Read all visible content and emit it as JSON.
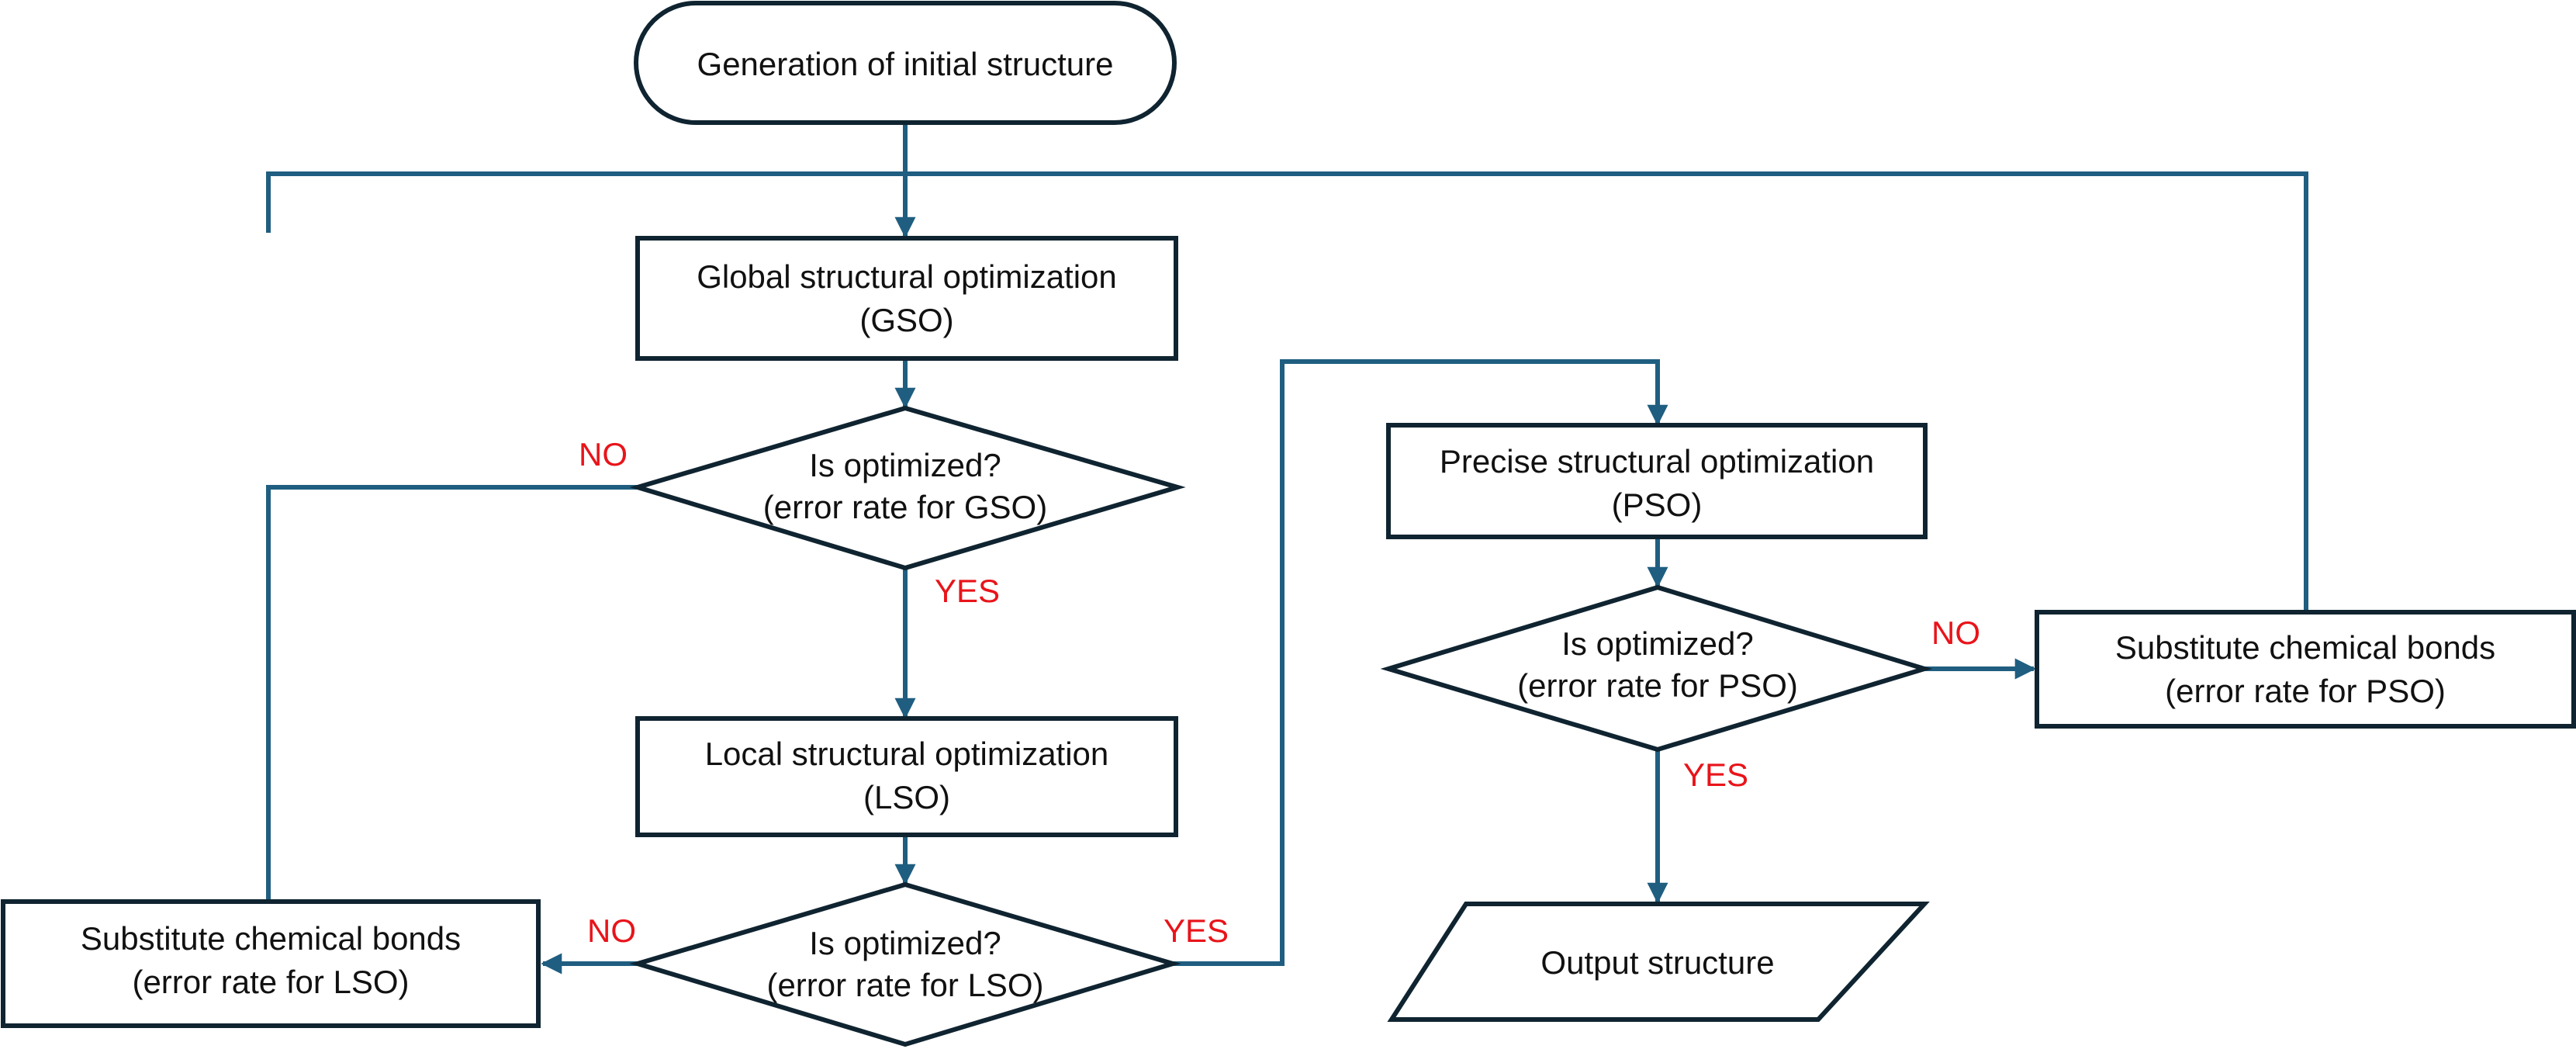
{
  "colors": {
    "connector": "#1f5e80",
    "shape_border": "#0f2430",
    "condition_label": "#e8141a",
    "text": "#111111",
    "background": "#ffffff"
  },
  "nodes": {
    "start": {
      "shape": "terminator",
      "line1": "Generation of initial structure"
    },
    "gso": {
      "shape": "process",
      "line1": "Global structural optimization",
      "line2": "(GSO)"
    },
    "gso_check": {
      "shape": "decision",
      "line1": "Is optimized?",
      "line2": "(error rate for GSO)"
    },
    "lso": {
      "shape": "process",
      "line1": "Local structural optimization",
      "line2": "(LSO)"
    },
    "lso_check": {
      "shape": "decision",
      "line1": "Is optimized?",
      "line2": "(error rate for LSO)"
    },
    "lso_substitute": {
      "shape": "process",
      "line1": "Substitute chemical bonds",
      "line2": "(error rate for LSO)"
    },
    "pso": {
      "shape": "process",
      "line1": "Precise structural optimization",
      "line2": "(PSO)"
    },
    "pso_check": {
      "shape": "decision",
      "line1": "Is optimized?",
      "line2": "(error rate for PSO)"
    },
    "pso_substitute": {
      "shape": "process",
      "line1": "Substitute chemical bonds",
      "line2": "(error rate for PSO)"
    },
    "output": {
      "shape": "data",
      "line1": "Output structure"
    }
  },
  "edge_labels": {
    "gso_no": "NO",
    "gso_yes": "YES",
    "lso_no": "NO",
    "lso_yes": "YES",
    "pso_no": "NO",
    "pso_yes": "YES"
  }
}
